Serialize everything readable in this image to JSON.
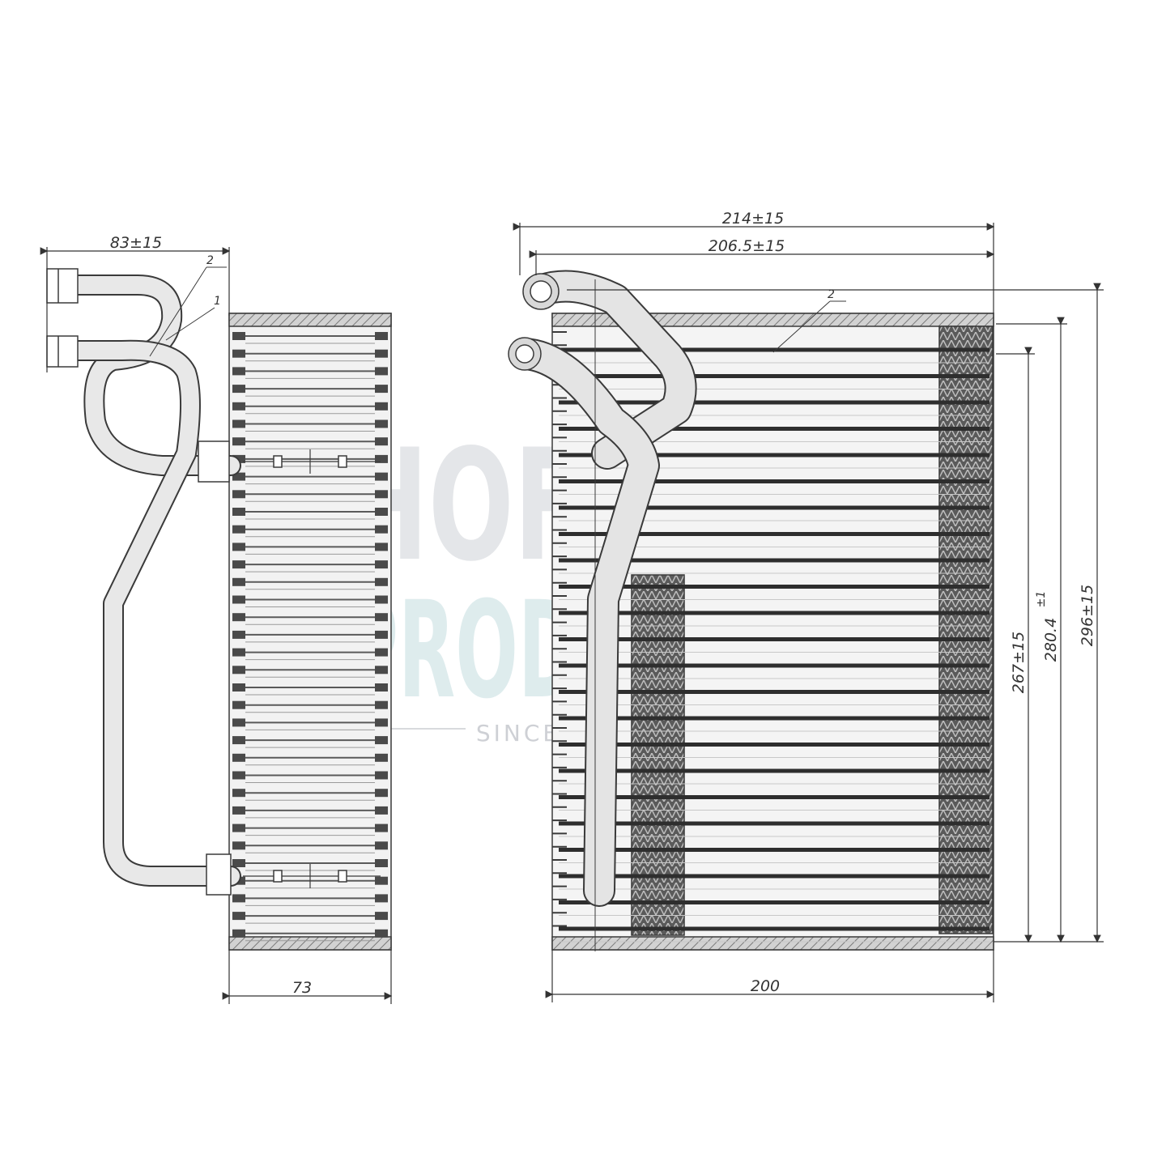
{
  "drawing": {
    "dimensions": {
      "side_top_width": "83±15",
      "side_core_depth": "73",
      "front_total_width": "214±15",
      "front_width_2": "206.5±15",
      "front_core_width": "200",
      "height_1": "267±15",
      "height_2": "280.4",
      "height_2_tolerance": "±1",
      "height_3": "296±15"
    },
    "callouts": {
      "side_callout_1": "1",
      "side_callout_2": "2",
      "front_callout": "2"
    }
  },
  "watermark": {
    "line1": "HOFFER",
    "line2": "PRODUCTS",
    "line3": "SINCE",
    "registered_mark": "®",
    "color_primary": "#c9ccd1",
    "color_secondary": "#cfe3e6"
  },
  "colors": {
    "line": "#3a3a3a",
    "fill_light": "#e6e6e6",
    "fill_mid": "#bfbfbf",
    "fill_dark": "#4a4a4a"
  }
}
